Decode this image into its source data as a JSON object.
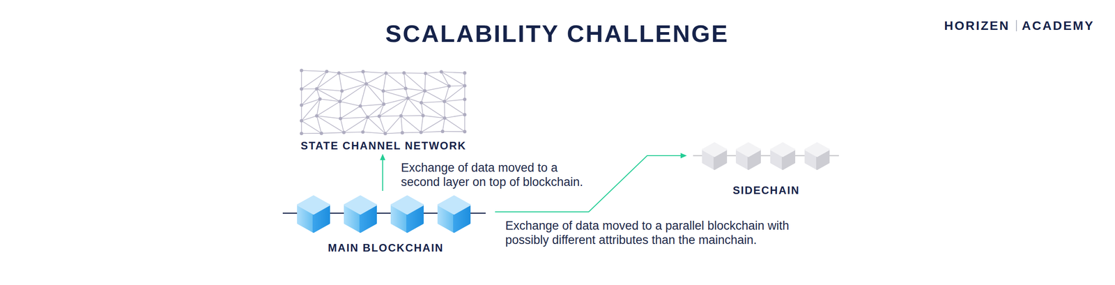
{
  "diagram": {
    "title": "SCALABILITY CHALLENGE",
    "nodes": [
      {
        "text": [
          "STATE CHANNEL NETWORK"
        ]
      },
      {
        "text": [
          "MAIN BLOCKCHAIN"
        ]
      },
      {
        "text": [
          "SIDECHAIN"
        ]
      }
    ],
    "edges": [
      {
        "from": 1,
        "to": 0,
        "arrow": "to",
        "label": "Exchange of data moved to a second layer on top of blockchain."
      },
      {
        "from": 1,
        "to": 2,
        "arrow": "to",
        "label": "Exchange of data moved to a parallel blockchain with possibly different attributes than the mainchain."
      }
    ],
    "labels": [
      "HORIZEN",
      "ACADEMY"
    ]
  }
}
